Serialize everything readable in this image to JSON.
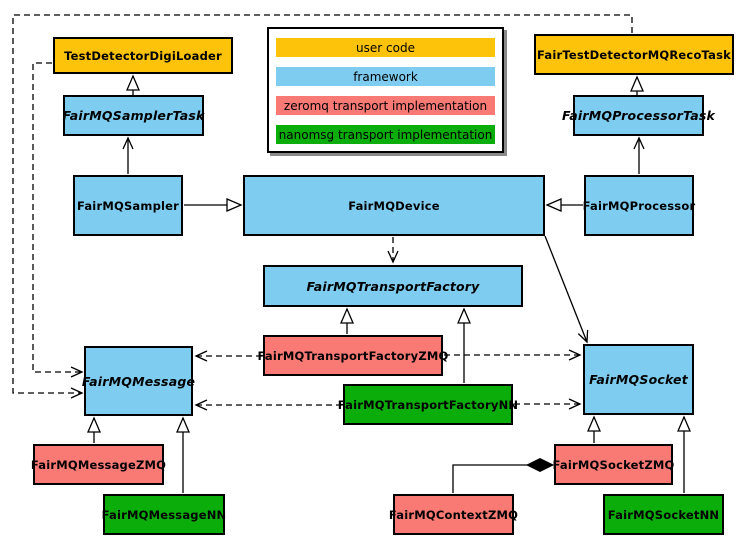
{
  "legend": {
    "items": [
      {
        "label": "user code",
        "color": "#FCC30A"
      },
      {
        "label": "framework",
        "color": "#7ECDF0"
      },
      {
        "label": "zeromq transport implementation",
        "color": "#F97975"
      },
      {
        "label": "nanomsg transport implementation",
        "color": "#0BAD0B"
      }
    ]
  },
  "colors": {
    "user_code": "#FCC30A",
    "framework": "#7ECDF0",
    "zeromq": "#F97975",
    "nanomsg": "#0BAD0B",
    "line": "#000000",
    "background": "#FFFFFF"
  },
  "nodes": {
    "digiloader": {
      "label": "TestDetectorDigiLoader",
      "category": "user code",
      "abstract": false
    },
    "recotask": {
      "label": "FairTestDetectorMQRecoTask",
      "category": "user code",
      "abstract": false
    },
    "samplertask": {
      "label": "FairMQSamplerTask",
      "category": "framework",
      "abstract": true
    },
    "processortask": {
      "label": "FairMQProcessorTask",
      "category": "framework",
      "abstract": true
    },
    "sampler": {
      "label": "FairMQSampler",
      "category": "framework",
      "abstract": false
    },
    "device": {
      "label": "FairMQDevice",
      "category": "framework",
      "abstract": false
    },
    "processor": {
      "label": "FairMQProcessor",
      "category": "framework",
      "abstract": false
    },
    "transportfactory": {
      "label": "FairMQTransportFactory",
      "category": "framework",
      "abstract": true
    },
    "tfzmq": {
      "label": "FairMQTransportFactoryZMQ",
      "category": "zeromq transport implementation",
      "abstract": false
    },
    "tfnn": {
      "label": "FairMQTransportFactoryNN",
      "category": "nanomsg transport implementation",
      "abstract": false
    },
    "message": {
      "label": "FairMQMessage",
      "category": "framework",
      "abstract": true
    },
    "socket": {
      "label": "FairMQSocket",
      "category": "framework",
      "abstract": true
    },
    "messagezmq": {
      "label": "FairMQMessageZMQ",
      "category": "zeromq transport implementation",
      "abstract": false
    },
    "messagenn": {
      "label": "FairMQMessageNN",
      "category": "nanomsg transport implementation",
      "abstract": false
    },
    "contextzmq": {
      "label": "FairMQContextZMQ",
      "category": "zeromq transport implementation",
      "abstract": false
    },
    "socketzmq": {
      "label": "FairMQSocketZMQ",
      "category": "zeromq transport implementation",
      "abstract": false
    },
    "socketnn": {
      "label": "FairMQSocketNN",
      "category": "nanomsg transport implementation",
      "abstract": false
    }
  },
  "edges": [
    {
      "from": "samplertask",
      "to": "digiloader",
      "style": "solid",
      "head": "hollow-triangle"
    },
    {
      "from": "processortask",
      "to": "recotask",
      "style": "solid",
      "head": "hollow-triangle"
    },
    {
      "from": "sampler",
      "to": "samplertask",
      "style": "solid",
      "head": "open-vee"
    },
    {
      "from": "processor",
      "to": "processortask",
      "style": "solid",
      "head": "open-vee"
    },
    {
      "from": "sampler",
      "to": "device",
      "style": "solid",
      "head": "hollow-triangle"
    },
    {
      "from": "processor",
      "to": "device",
      "style": "solid",
      "head": "hollow-triangle"
    },
    {
      "from": "tfzmq",
      "to": "transportfactory",
      "style": "solid",
      "head": "hollow-triangle"
    },
    {
      "from": "tfnn",
      "to": "transportfactory",
      "style": "solid",
      "head": "hollow-triangle"
    },
    {
      "from": "messagezmq",
      "to": "message",
      "style": "solid",
      "head": "hollow-triangle"
    },
    {
      "from": "messagenn",
      "to": "message",
      "style": "solid",
      "head": "hollow-triangle"
    },
    {
      "from": "socketzmq",
      "to": "socket",
      "style": "solid",
      "head": "hollow-triangle"
    },
    {
      "from": "socketnn",
      "to": "socket",
      "style": "solid",
      "head": "hollow-triangle"
    },
    {
      "from": "device",
      "to": "socket",
      "style": "solid",
      "head": "open-vee"
    },
    {
      "from": "device",
      "to": "transportfactory",
      "style": "dashed",
      "head": "open-vee"
    },
    {
      "from": "recotask",
      "to": "message",
      "style": "dashed",
      "head": "open-vee"
    },
    {
      "from": "digiloader",
      "to": "message",
      "style": "dashed",
      "head": "open-vee"
    },
    {
      "from": "tfzmq",
      "to": "message",
      "style": "dashed",
      "head": "open-vee"
    },
    {
      "from": "tfnn",
      "to": "message",
      "style": "dashed",
      "head": "open-vee"
    },
    {
      "from": "tfzmq",
      "to": "socket",
      "style": "dashed",
      "head": "open-vee"
    },
    {
      "from": "tfnn",
      "to": "socket",
      "style": "dashed",
      "head": "open-vee"
    },
    {
      "from": "contextzmq",
      "to": "socketzmq",
      "style": "solid",
      "head": "filled-diamond"
    }
  ]
}
